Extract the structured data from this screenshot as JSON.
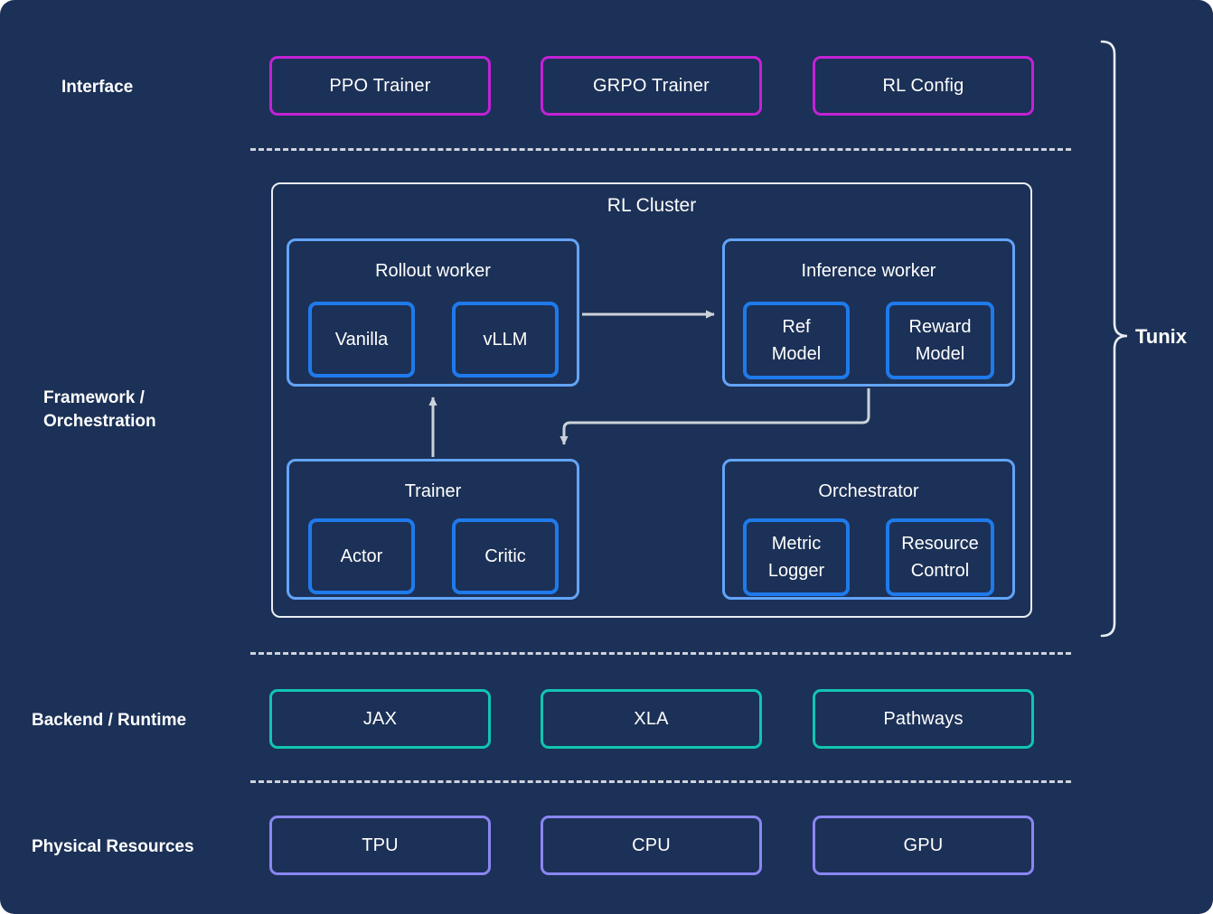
{
  "diagram": {
    "background_color": "#1c3157",
    "brace_label": "Tunix"
  },
  "rows": [
    {
      "id": "interface",
      "label": "Interface",
      "accent": "#c322d6",
      "items": [
        {
          "label": "PPO Trainer"
        },
        {
          "label": "GRPO Trainer"
        },
        {
          "label": "RL Config"
        }
      ]
    },
    {
      "id": "framework",
      "label": "Framework /\nOrchestration",
      "accent": "#63a4f7",
      "items": []
    },
    {
      "id": "backend",
      "label": "Backend / Runtime",
      "accent": "#11c5b1",
      "items": [
        {
          "label": "JAX"
        },
        {
          "label": "XLA"
        },
        {
          "label": "Pathways"
        }
      ]
    },
    {
      "id": "physical",
      "label": "Physical Resources",
      "accent": "#8b86f2",
      "items": [
        {
          "label": "TPU"
        },
        {
          "label": "CPU"
        },
        {
          "label": "GPU"
        }
      ]
    }
  ],
  "cluster": {
    "title": "RL Cluster",
    "border_color": "#e9edf3",
    "workers": [
      {
        "id": "rollout-worker",
        "title": "Rollout worker",
        "border_color": "#63a4f7",
        "children": [
          {
            "label": "Vanilla"
          },
          {
            "label": "vLLM"
          }
        ]
      },
      {
        "id": "inference-worker",
        "title": "Inference worker",
        "border_color": "#63a4f7",
        "children": [
          {
            "label": "Ref\nModel"
          },
          {
            "label": "Reward\nModel"
          }
        ]
      },
      {
        "id": "trainer",
        "title": "Trainer",
        "border_color": "#63a4f7",
        "children": [
          {
            "label": "Actor"
          },
          {
            "label": "Critic"
          }
        ]
      },
      {
        "id": "orchestrator",
        "title": "Orchestrator",
        "border_color": "#63a4f7",
        "children": [
          {
            "label": "Metric\nLogger"
          },
          {
            "label": "Resource\nControl"
          }
        ]
      }
    ],
    "connectors": [
      {
        "id": "rollout-to-inference",
        "from": "rollout-worker",
        "to": "inference-worker"
      },
      {
        "id": "inference-to-trainer",
        "from": "inference-worker",
        "to": "trainer"
      },
      {
        "id": "trainer-to-rollout",
        "from": "trainer",
        "to": "rollout-worker"
      }
    ]
  }
}
